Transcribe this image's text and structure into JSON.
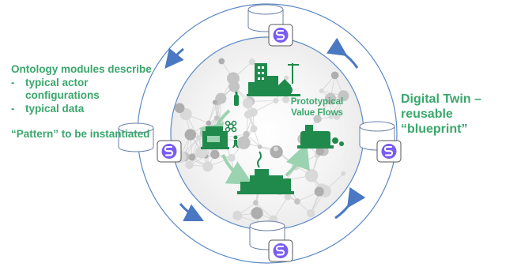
{
  "left_text": {
    "heading": "Ontology modules describe",
    "items": [
      "typical actor configurations",
      "typical data"
    ],
    "bullet": "-",
    "pattern": "“Pattern” to be instantiated"
  },
  "right_text": {
    "title": "Digital Twin – reusable “blueprint”"
  },
  "center_label": "Prototypical Value Flows",
  "colors": {
    "green_text": "#3aa76d",
    "dark_green": "#1f8a4c",
    "ring_blue": "#5b8ac6",
    "arrow_blue": "#4a78c2",
    "badge_purple": "#7a5cf0",
    "light_green": "#9bd3b0"
  },
  "icons": {
    "database": "database-cylinder-icon",
    "badge": "s-logo-badge-icon",
    "actors": [
      "city-buildings-icon",
      "energy-box-icon",
      "factory-machine-icon",
      "processing-plant-icon"
    ]
  }
}
